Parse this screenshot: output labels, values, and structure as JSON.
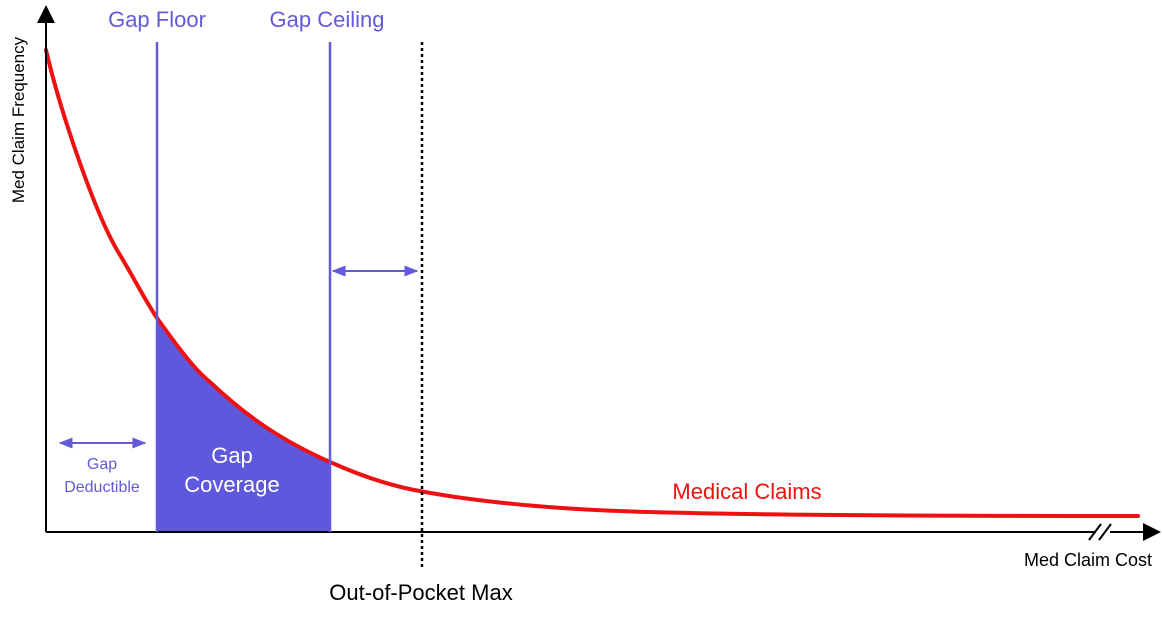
{
  "labels": {
    "y_axis": "Med Claim Frequency",
    "x_axis": "Med Claim Cost",
    "gap_floor": "Gap Floor",
    "gap_ceiling": "Gap Ceiling",
    "out_of_pocket_max": "Out-of-Pocket Max",
    "gap_coverage_line1": "Gap",
    "gap_coverage_line2": "Coverage",
    "gap_deductible_line1": "Gap",
    "gap_deductible_line2": "Deductible",
    "medical_claims": "Medical Claims"
  },
  "colors": {
    "accent": "#6359d9",
    "fill": "#5e58dc",
    "curve": "#ee1111",
    "axis": "#000000",
    "coverage_text": "#ffffff"
  },
  "icons": {
    "axis_break": "axis-break-icon",
    "double_arrow": "double-arrow-icon"
  }
}
